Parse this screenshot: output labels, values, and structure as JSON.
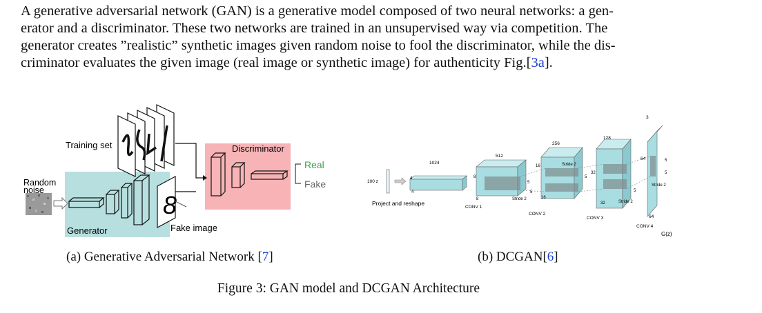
{
  "paragraph": {
    "line1": "A generative adversarial network (GAN) is a generative model composed of two neural networks: a gen-",
    "line2": "erator and a discriminator.  These two networks are trained in an unsupervised way via competition.  The",
    "line3": "generator creates ”realistic” synthetic images given random noise to fool the discriminator, while the dis-",
    "line4_prefix": "criminator evaluates the given image (real image or synthetic image) for authenticity Fig.[",
    "line4_link": "3a",
    "line4_suffix": "]."
  },
  "gan_figure": {
    "training_set_label": "Training set",
    "random_noise_label_1": "Random",
    "random_noise_label_2": "noise",
    "generator_label": "Generator",
    "fake_image_label": "Fake image",
    "discriminator_label": "Discriminator",
    "real_label": "Real",
    "fake_label": "Fake",
    "digit_sample": "8",
    "colors": {
      "generator_box": "#b7dfdf",
      "discriminator_box": "#f7b3b6",
      "real_text": "#3fa34d",
      "fake_text": "#666666"
    }
  },
  "dcgan_figure": {
    "input_label": "100 z",
    "project_label": "Project and reshape",
    "dims": {
      "d1024": "1024",
      "d512": "512",
      "d256": "256",
      "d128": "128",
      "d64": "64",
      "d3": "3",
      "d4": "4",
      "d8": "8",
      "d16": "16",
      "d32": "32",
      "d5": "5"
    },
    "stride_label": "Stride 2",
    "conv1": "CONV 1",
    "conv2": "CONV 2",
    "conv3": "CONV 3",
    "conv4": "CONV 4",
    "output_label": "G(z)",
    "colors": {
      "volume": "#a8dde2"
    }
  },
  "captions": {
    "sub_a_text": "(a) Generative Adversarial Network [",
    "sub_a_ref": "7",
    "sub_a_end": "]",
    "sub_b_text": "(b) DCGAN[",
    "sub_b_ref": "6",
    "sub_b_end": "]",
    "figure_caption": "Figure 3:  GAN model and DCGAN Architecture"
  }
}
